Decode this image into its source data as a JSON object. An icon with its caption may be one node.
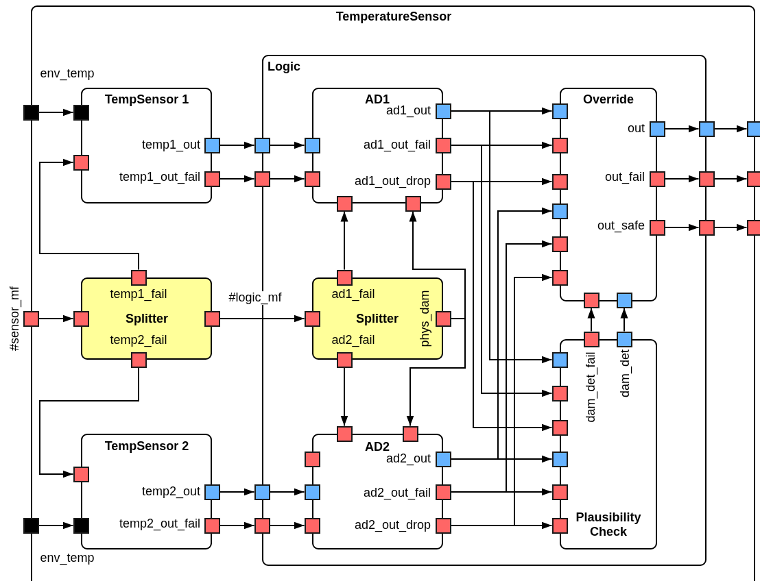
{
  "diagram": {
    "nodes": [
      {
        "text": [
          "TemperatureSensor"
        ]
      },
      {
        "text": [],
        "shape": "box",
        "in": 0,
        "beside": [
          "env_temp"
        ]
      },
      {
        "text": [
          "TempSensor 1"
        ],
        "in": 0
      },
      {
        "text": [],
        "shape": "box",
        "in": 2
      },
      {
        "text": [],
        "shape": "box",
        "in": 2
      },
      {
        "text": [],
        "shape": "box",
        "in": 2,
        "beside": [
          "temp1_out"
        ]
      },
      {
        "text": [],
        "shape": "box",
        "in": 2,
        "beside": [
          "temp1_out_fail"
        ]
      },
      {
        "text": [
          "Logic"
        ],
        "in": 0
      },
      {
        "text": [],
        "shape": "box",
        "in": 7
      },
      {
        "text": [],
        "shape": "box",
        "in": 7
      },
      {
        "text": [
          "AD1"
        ],
        "in": 7
      },
      {
        "text": [],
        "shape": "box",
        "in": 10
      },
      {
        "text": [],
        "shape": "box",
        "in": 10
      },
      {
        "text": [],
        "shape": "box",
        "in": 10,
        "beside": [
          "ad1_out"
        ]
      },
      {
        "text": [],
        "shape": "box",
        "in": 10,
        "beside": [
          "ad1_out_fail"
        ]
      },
      {
        "text": [],
        "shape": "box",
        "in": 10,
        "beside": [
          "ad1_out_drop"
        ]
      },
      {
        "text": [],
        "shape": "box",
        "in": 10
      },
      {
        "text": [],
        "shape": "box",
        "in": 10
      },
      {
        "text": [
          "Override"
        ],
        "in": 7
      },
      {
        "text": [],
        "shape": "box",
        "in": 18
      },
      {
        "text": [],
        "shape": "box",
        "in": 18
      },
      {
        "text": [],
        "shape": "box",
        "in": 18
      },
      {
        "text": [],
        "shape": "box",
        "in": 18
      },
      {
        "text": [],
        "shape": "box",
        "in": 18
      },
      {
        "text": [],
        "shape": "box",
        "in": 18
      },
      {
        "text": [],
        "shape": "box",
        "in": 18,
        "beside": [
          "out"
        ]
      },
      {
        "text": [],
        "shape": "box",
        "in": 18,
        "beside": [
          "out_fail"
        ]
      },
      {
        "text": [],
        "shape": "box",
        "in": 18,
        "beside": [
          "out_safe"
        ]
      },
      {
        "text": [],
        "shape": "box",
        "in": 18
      },
      {
        "text": [],
        "shape": "box",
        "in": 18
      },
      {
        "text": [],
        "shape": "box",
        "in": 7
      },
      {
        "text": [],
        "shape": "box",
        "in": 7
      },
      {
        "text": [],
        "shape": "box",
        "in": 7
      },
      {
        "text": [],
        "shape": "box",
        "in": 0
      },
      {
        "text": [],
        "shape": "box",
        "in": 0
      },
      {
        "text": [],
        "shape": "box",
        "in": 0
      },
      {
        "text": [],
        "shape": "box",
        "in": 0,
        "beside": [
          "#sensor_mf"
        ]
      },
      {
        "text": [
          "Splitter"
        ],
        "in": 0
      },
      {
        "text": [],
        "shape": "box",
        "in": 37,
        "beside": [
          "temp1_fail"
        ]
      },
      {
        "text": [],
        "shape": "box",
        "in": 37
      },
      {
        "text": [],
        "shape": "box",
        "in": 37
      },
      {
        "text": [],
        "shape": "box",
        "in": 37,
        "beside": [
          "temp2_fail"
        ]
      },
      {
        "text": [
          "Splitter"
        ],
        "in": 7
      },
      {
        "text": [],
        "shape": "box",
        "in": 42,
        "beside": [
          "ad1_fail"
        ]
      },
      {
        "text": [],
        "shape": "box",
        "in": 42
      },
      {
        "text": [],
        "shape": "box",
        "in": 42,
        "beside": [
          "phys_dam"
        ]
      },
      {
        "text": [],
        "shape": "box",
        "in": 42,
        "beside": [
          "ad2_fail"
        ]
      },
      {
        "text": [
          "Plausibility Check"
        ],
        "in": 7
      },
      {
        "text": [],
        "shape": "box",
        "in": 47,
        "beside": [
          "dam_det_fail"
        ]
      },
      {
        "text": [],
        "shape": "box",
        "in": 47,
        "beside": [
          "dam_det"
        ]
      },
      {
        "text": [],
        "shape": "box",
        "in": 47
      },
      {
        "text": [],
        "shape": "box",
        "in": 47
      },
      {
        "text": [],
        "shape": "box",
        "in": 47
      },
      {
        "text": [],
        "shape": "box",
        "in": 47
      },
      {
        "text": [],
        "shape": "box",
        "in": 47
      },
      {
        "text": [],
        "shape": "box",
        "in": 47
      },
      {
        "text": [
          "TempSensor 2"
        ],
        "in": 0
      },
      {
        "text": [],
        "shape": "box",
        "in": 56
      },
      {
        "text": [],
        "shape": "box",
        "in": 56
      },
      {
        "text": [],
        "shape": "box",
        "in": 56,
        "beside": [
          "temp2_out"
        ]
      },
      {
        "text": [],
        "shape": "box",
        "in": 56,
        "beside": [
          "temp2_out_fail"
        ]
      },
      {
        "text": [],
        "shape": "box",
        "in": 7
      },
      {
        "text": [],
        "shape": "box",
        "in": 7
      },
      {
        "text": [
          "AD2"
        ],
        "in": 7
      },
      {
        "text": [],
        "shape": "box",
        "in": 63
      },
      {
        "text": [],
        "shape": "box",
        "in": 63
      },
      {
        "text": [],
        "shape": "box",
        "in": 63
      },
      {
        "text": [],
        "shape": "box",
        "in": 63
      },
      {
        "text": [],
        "shape": "box",
        "in": 63
      },
      {
        "text": [],
        "shape": "box",
        "in": 63,
        "beside": [
          "ad2_out"
        ]
      },
      {
        "text": [],
        "shape": "box",
        "in": 63,
        "beside": [
          "ad2_out_fail"
        ]
      },
      {
        "text": [],
        "shape": "box",
        "in": 63,
        "beside": [
          "ad2_out_drop"
        ]
      },
      {
        "text": [],
        "shape": "box",
        "in": 0,
        "beside": [
          "env_temp"
        ]
      }
    ],
    "edges": [
      {
        "from": 1,
        "to": 3,
        "arrow": "to"
      },
      {
        "from": 36,
        "to": 39,
        "arrow": "to"
      },
      {
        "from": 72,
        "to": 58,
        "arrow": "to"
      },
      {
        "from": 38,
        "to": 4,
        "arrow": "to"
      },
      {
        "from": 41,
        "to": 57,
        "arrow": "to"
      },
      {
        "from": 5,
        "to": 8,
        "arrow": "to"
      },
      {
        "from": 8,
        "to": 11,
        "arrow": "to"
      },
      {
        "from": 6,
        "to": 9,
        "arrow": "to"
      },
      {
        "from": 9,
        "to": 12,
        "arrow": "to"
      },
      {
        "from": 59,
        "to": 61,
        "arrow": "to"
      },
      {
        "from": 61,
        "to": 67,
        "arrow": "to"
      },
      {
        "from": 60,
        "to": 62,
        "arrow": "to"
      },
      {
        "from": 62,
        "to": 68,
        "arrow": "to"
      },
      {
        "from": 40,
        "to": 44,
        "arrow": "to",
        "label": "#logic_mf"
      },
      {
        "from": 43,
        "to": 16,
        "arrow": "to"
      },
      {
        "from": 45,
        "to": 17,
        "arrow": "to"
      },
      {
        "from": 45,
        "to": 65,
        "arrow": "to"
      },
      {
        "from": 46,
        "to": 64,
        "arrow": "to"
      },
      {
        "from": 13,
        "to": 19,
        "arrow": "to"
      },
      {
        "from": 13,
        "to": 50,
        "arrow": "to"
      },
      {
        "from": 14,
        "to": 20,
        "arrow": "to"
      },
      {
        "from": 14,
        "to": 51,
        "arrow": "to"
      },
      {
        "from": 15,
        "to": 21,
        "arrow": "to"
      },
      {
        "from": 15,
        "to": 52,
        "arrow": "to"
      },
      {
        "from": 69,
        "to": 53,
        "arrow": "to"
      },
      {
        "from": 69,
        "to": 22,
        "arrow": "to"
      },
      {
        "from": 70,
        "to": 54,
        "arrow": "to"
      },
      {
        "from": 70,
        "to": 23,
        "arrow": "to"
      },
      {
        "from": 71,
        "to": 55,
        "arrow": "to"
      },
      {
        "from": 71,
        "to": 24,
        "arrow": "to"
      },
      {
        "from": 48,
        "to": 28,
        "arrow": "to"
      },
      {
        "from": 49,
        "to": 29,
        "arrow": "to"
      },
      {
        "from": 25,
        "to": 30,
        "arrow": "to"
      },
      {
        "from": 30,
        "to": 33,
        "arrow": "to"
      },
      {
        "from": 26,
        "to": 31,
        "arrow": "to"
      },
      {
        "from": 31,
        "to": 34,
        "arrow": "to"
      },
      {
        "from": 27,
        "to": 32,
        "arrow": "to"
      },
      {
        "from": 32,
        "to": 35,
        "arrow": "to"
      }
    ]
  }
}
